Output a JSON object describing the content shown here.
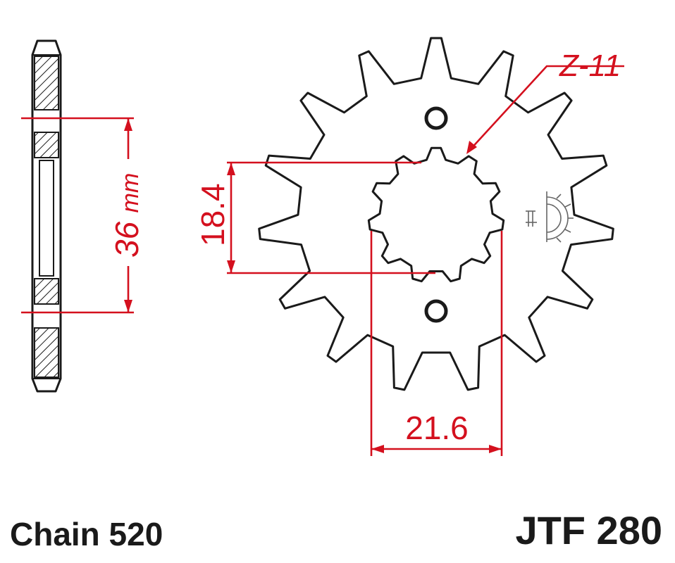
{
  "labels": {
    "teeth": "Z-11",
    "hub_width": "18.4",
    "spline_diameter": "21.6",
    "hub_length_value": "36",
    "hub_length_unit": "mm"
  },
  "footer": {
    "chain": "Chain 520",
    "part_number": "JTF 280"
  },
  "colors": {
    "dimension": "#d4101e",
    "outline": "#1a1a1a",
    "background": "#ffffff"
  },
  "sprocket": {
    "teeth": 15,
    "spline_teeth": 11,
    "bolt_holes": 2
  },
  "icons": [
    "sprocket-side-view",
    "spline-symbol-icon"
  ]
}
